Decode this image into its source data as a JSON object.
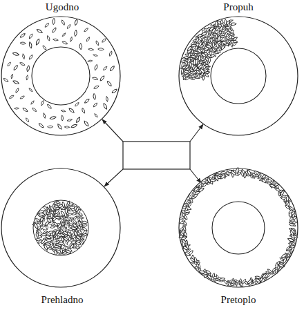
{
  "diagram": {
    "nodes": [
      {
        "text": [
          "Ugodno"
        ]
      },
      {
        "text": [
          "Propuh"
        ]
      },
      {
        "text": [
          "Prehladno"
        ]
      },
      {
        "text": [
          "Pretoplo"
        ]
      }
    ]
  }
}
